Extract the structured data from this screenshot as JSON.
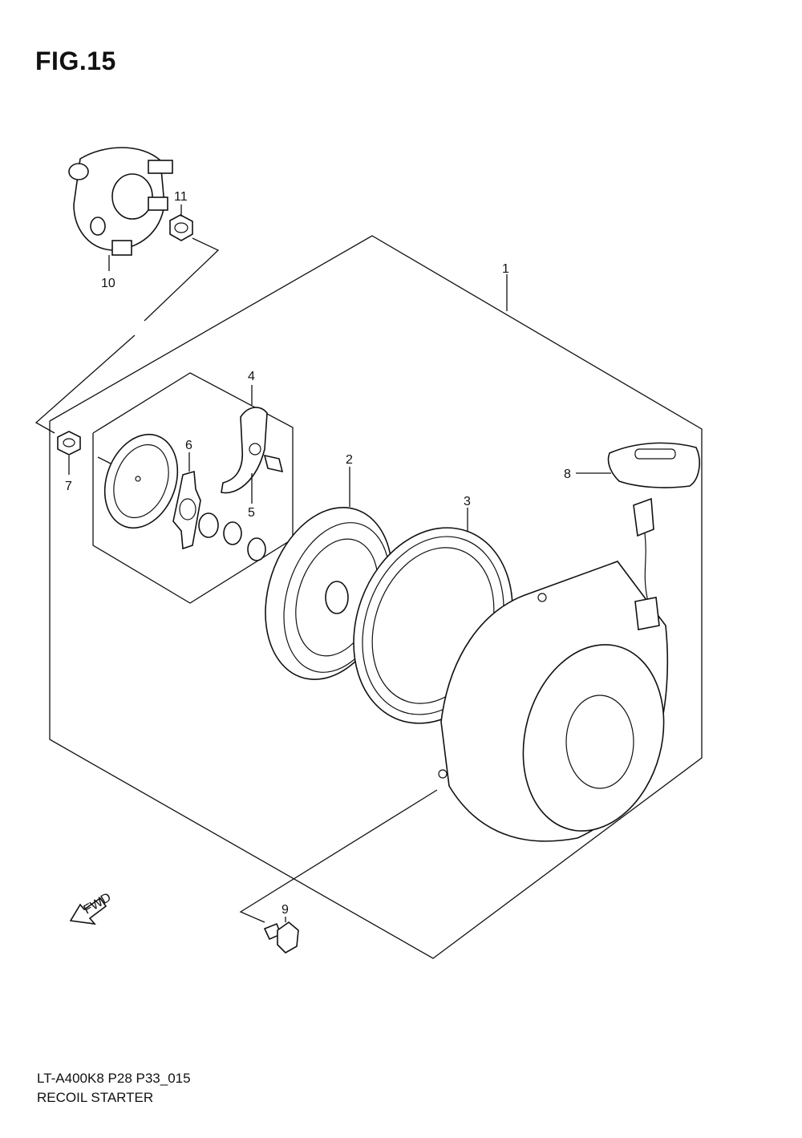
{
  "figure": {
    "title": "FIG.15"
  },
  "footer": {
    "code": "LT-A400K8 P28 P33_015",
    "name": "RECOIL STARTER"
  },
  "fwd_arrow": {
    "label": "FWD"
  },
  "callouts": [
    "1",
    "2",
    "3",
    "4",
    "5",
    "6",
    "7",
    "8",
    "9",
    "10",
    "11"
  ]
}
